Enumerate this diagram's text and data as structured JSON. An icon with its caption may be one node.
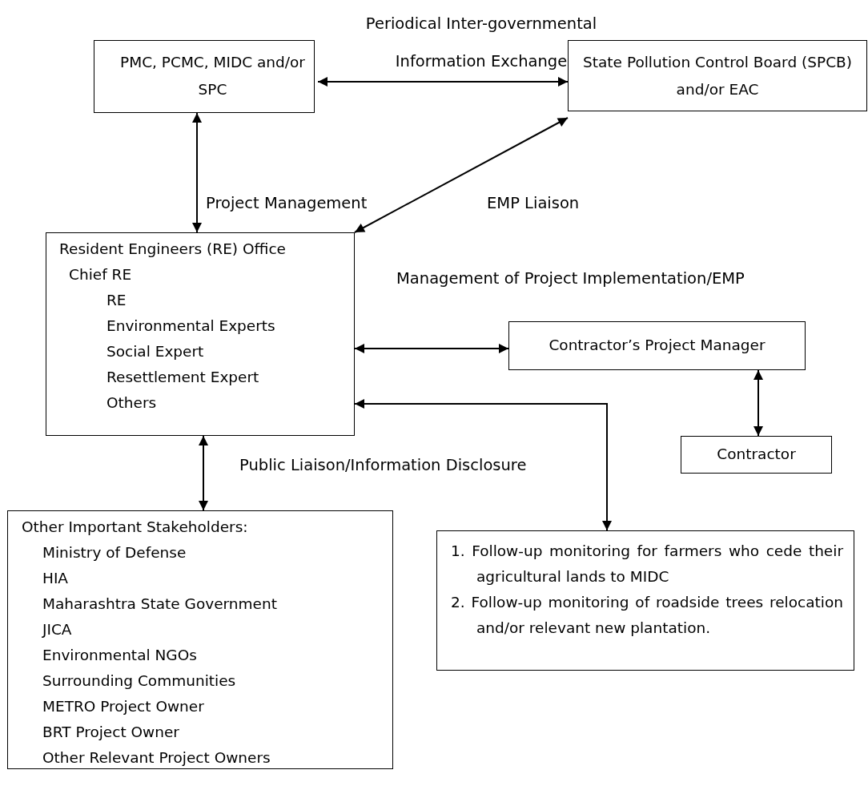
{
  "diagram": {
    "nodes": [
      {
        "text": [
          "PMC, PCMC, MIDC and/or SPC"
        ]
      },
      {
        "text": [
          "State Pollution Control Board (SPCB) and/or EAC"
        ]
      },
      {
        "text": [
          "Resident Engineers (RE) Office",
          "Chief RE",
          "RE",
          "Environmental Experts",
          "Social Expert",
          "Resettlement Expert",
          "Others"
        ]
      },
      {
        "text": [
          "Contractor’s Project Manager"
        ]
      },
      {
        "text": [
          "Contractor"
        ]
      },
      {
        "text": [
          "Other Important Stakeholders:",
          "Ministry of Defense",
          "HIA",
          "Maharashtra State Government",
          "JICA",
          "Environmental NGOs",
          "Surrounding Communities",
          "METRO Project Owner",
          "BRT Project Owner",
          "Other Relevant Project Owners"
        ]
      },
      {
        "text": [
          "1. Follow-up monitoring for farmers who cede their agricultural lands to MIDC",
          "2. Follow-up monitoring of roadside trees relocation and/or relevant new plantation."
        ]
      }
    ],
    "edges": [
      {
        "from": 0,
        "to": 1,
        "arrow": "both",
        "label": "Periodical Inter-governmental Information Exchange"
      },
      {
        "from": 0,
        "to": 2,
        "arrow": "both",
        "label": "Project Management"
      },
      {
        "from": 1,
        "to": 2,
        "arrow": "both",
        "label": "EMP Liaison"
      },
      {
        "from": 2,
        "to": 3,
        "arrow": "both",
        "label": "Management of Project Implementation/EMP"
      },
      {
        "from": 3,
        "to": 4,
        "arrow": "both"
      },
      {
        "from": 2,
        "to": 6,
        "arrow": "both"
      },
      {
        "from": 2,
        "to": 5,
        "arrow": "both",
        "label": "Public Liaison/Information Disclosure"
      }
    ]
  }
}
